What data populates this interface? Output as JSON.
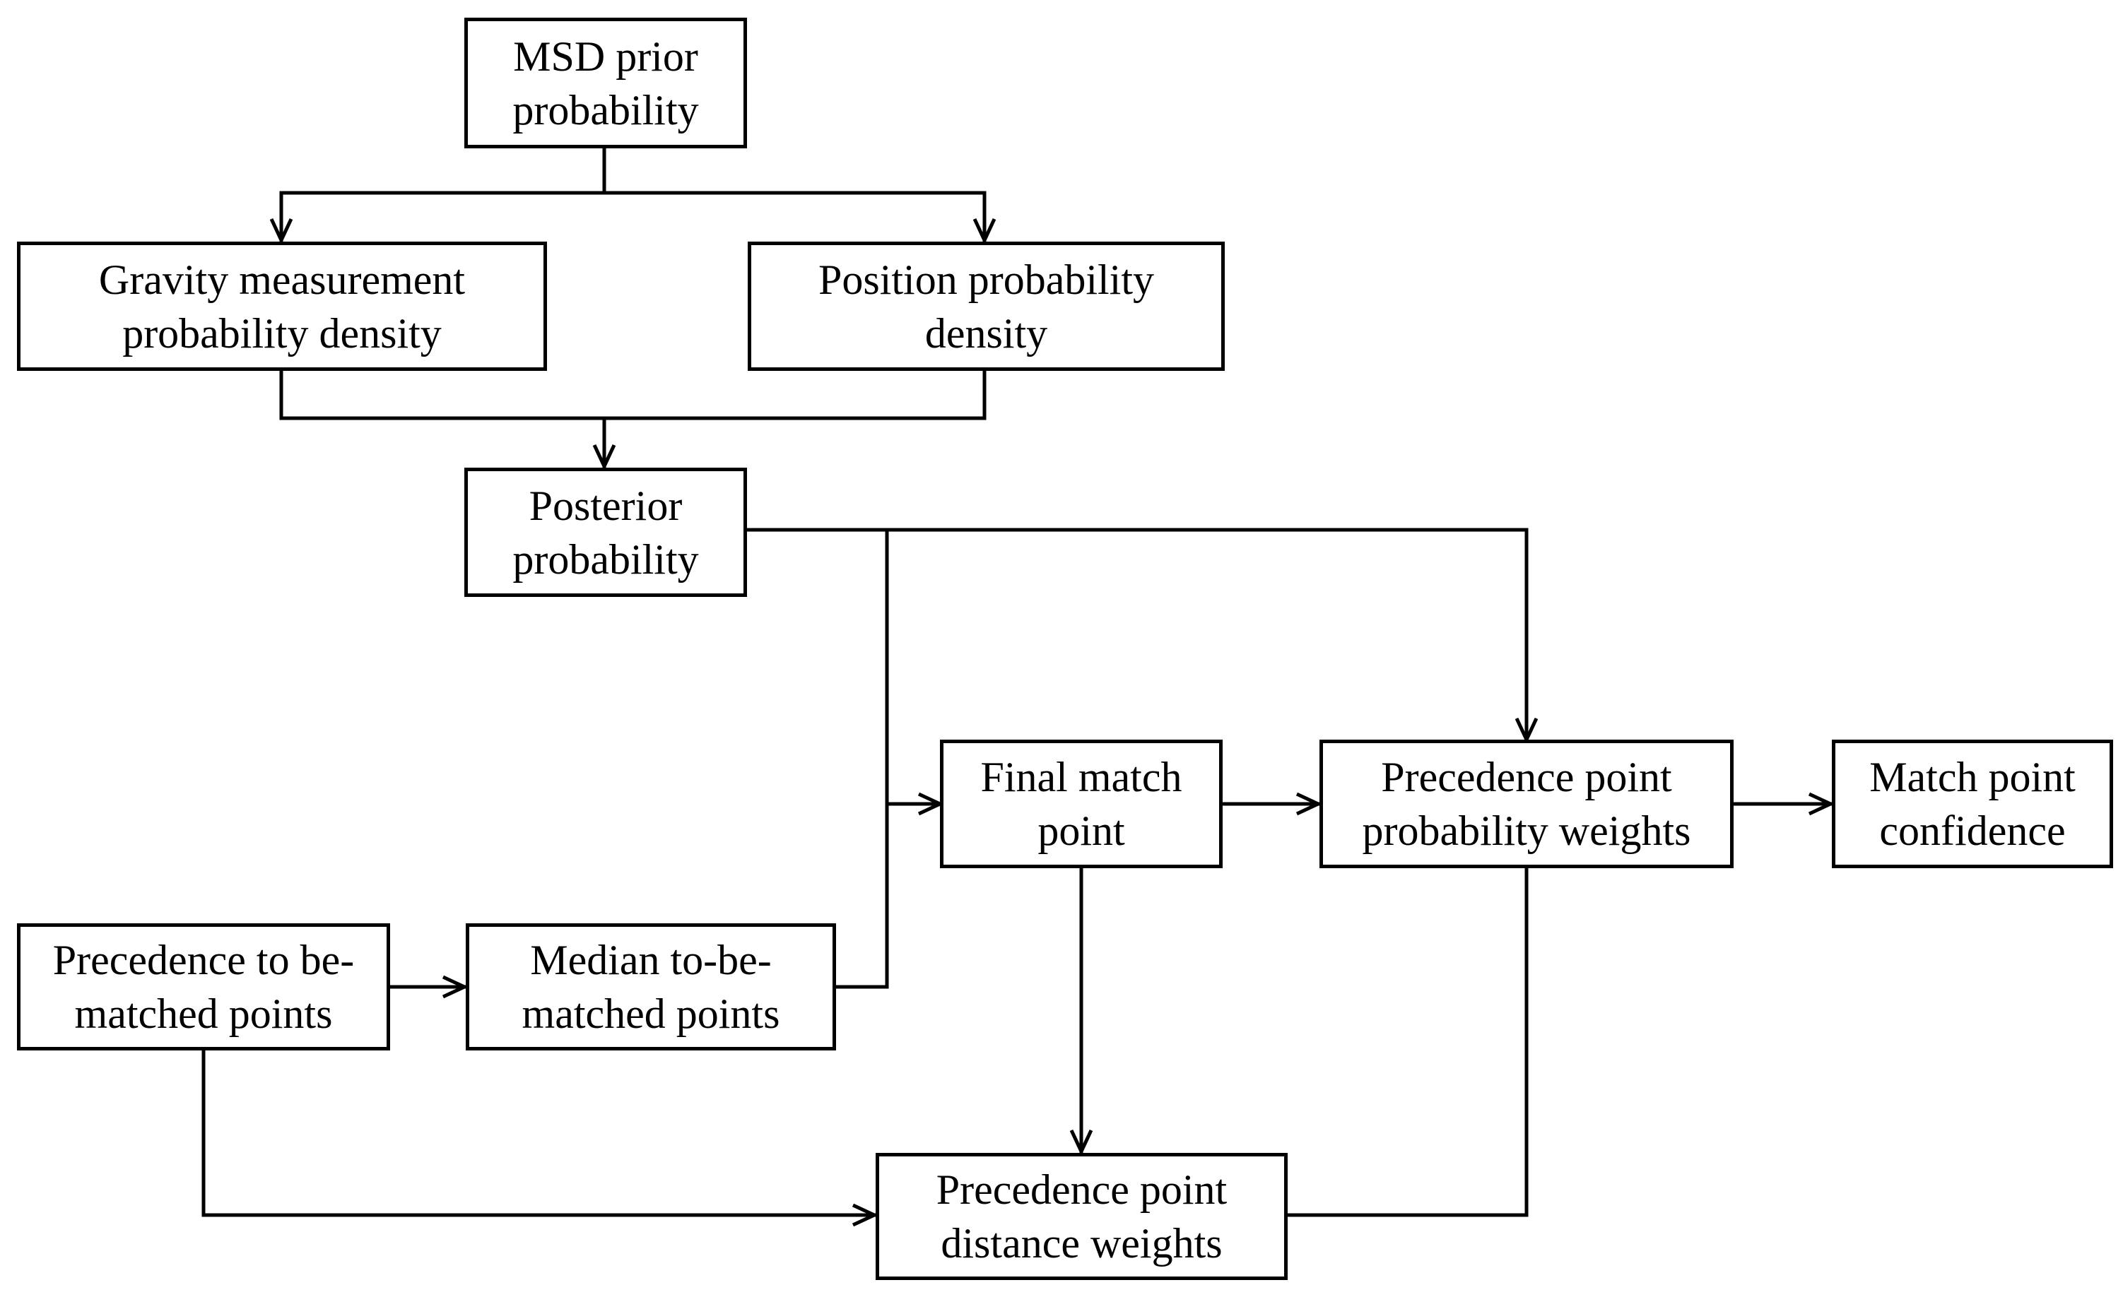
{
  "diagram": {
    "nodes": {
      "msd_prior": "MSD prior\nprobability",
      "gravity_density": "Gravity measurement\nprobability density",
      "position_density": "Position probability\ndensity",
      "posterior": "Posterior\nprobability",
      "final_match": "Final match\npoint",
      "prob_weights": "Precedence point\nprobability weights",
      "confidence": "Match point\nconfidence",
      "precedence_tbm": "Precedence to be-\nmatched points",
      "median_tbm": "Median to-be-\nmatched points",
      "distance_weights": "Precedence point\ndistance weights"
    },
    "edges": [
      {
        "from": "msd_prior",
        "to": "gravity_density"
      },
      {
        "from": "msd_prior",
        "to": "position_density"
      },
      {
        "from": "gravity_density",
        "to": "posterior"
      },
      {
        "from": "position_density",
        "to": "posterior"
      },
      {
        "from": "posterior",
        "to": "final_match"
      },
      {
        "from": "posterior",
        "to": "prob_weights"
      },
      {
        "from": "median_tbm",
        "to": "final_match"
      },
      {
        "from": "precedence_tbm",
        "to": "median_tbm"
      },
      {
        "from": "precedence_tbm",
        "to": "distance_weights"
      },
      {
        "from": "final_match",
        "to": "prob_weights"
      },
      {
        "from": "final_match",
        "to": "distance_weights"
      },
      {
        "from": "distance_weights",
        "to": "prob_weights"
      },
      {
        "from": "prob_weights",
        "to": "confidence"
      }
    ]
  }
}
